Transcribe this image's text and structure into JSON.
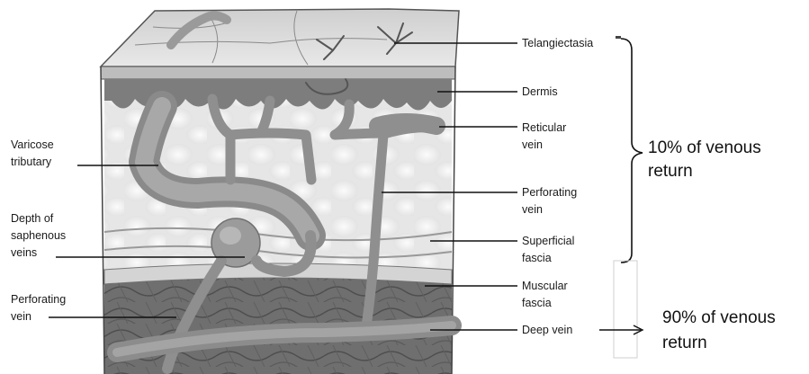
{
  "diagram": {
    "labels_left": {
      "varicose_tributary": [
        "Varicose",
        "tributary"
      ],
      "depth_saphenous": [
        "Depth of",
        "saphenous",
        "veins"
      ],
      "perforating_vein_left": [
        "Perforating",
        "vein"
      ]
    },
    "labels_right": {
      "telangiectasia": [
        "Telangiectasia"
      ],
      "dermis": [
        "Dermis"
      ],
      "reticular_vein": [
        "Reticular",
        "vein"
      ],
      "perforating_vein_right": [
        "Perforating",
        "vein"
      ],
      "superficial_fascia": [
        "Superficial",
        "fascia"
      ],
      "muscular_fascia": [
        "Muscular",
        "fascia"
      ],
      "deep_vein": [
        "Deep vein"
      ]
    },
    "annotations": {
      "superficial_return": [
        "10% of venous",
        "return"
      ],
      "deep_return": [
        "90% of venous",
        "return"
      ]
    },
    "colors": {
      "skin_surface": "#d9d9d9",
      "tissue": "#ececec",
      "vein": "#8c8c8c",
      "muscle": "#6e6e6e",
      "dermis": "#7a7a7a"
    }
  }
}
